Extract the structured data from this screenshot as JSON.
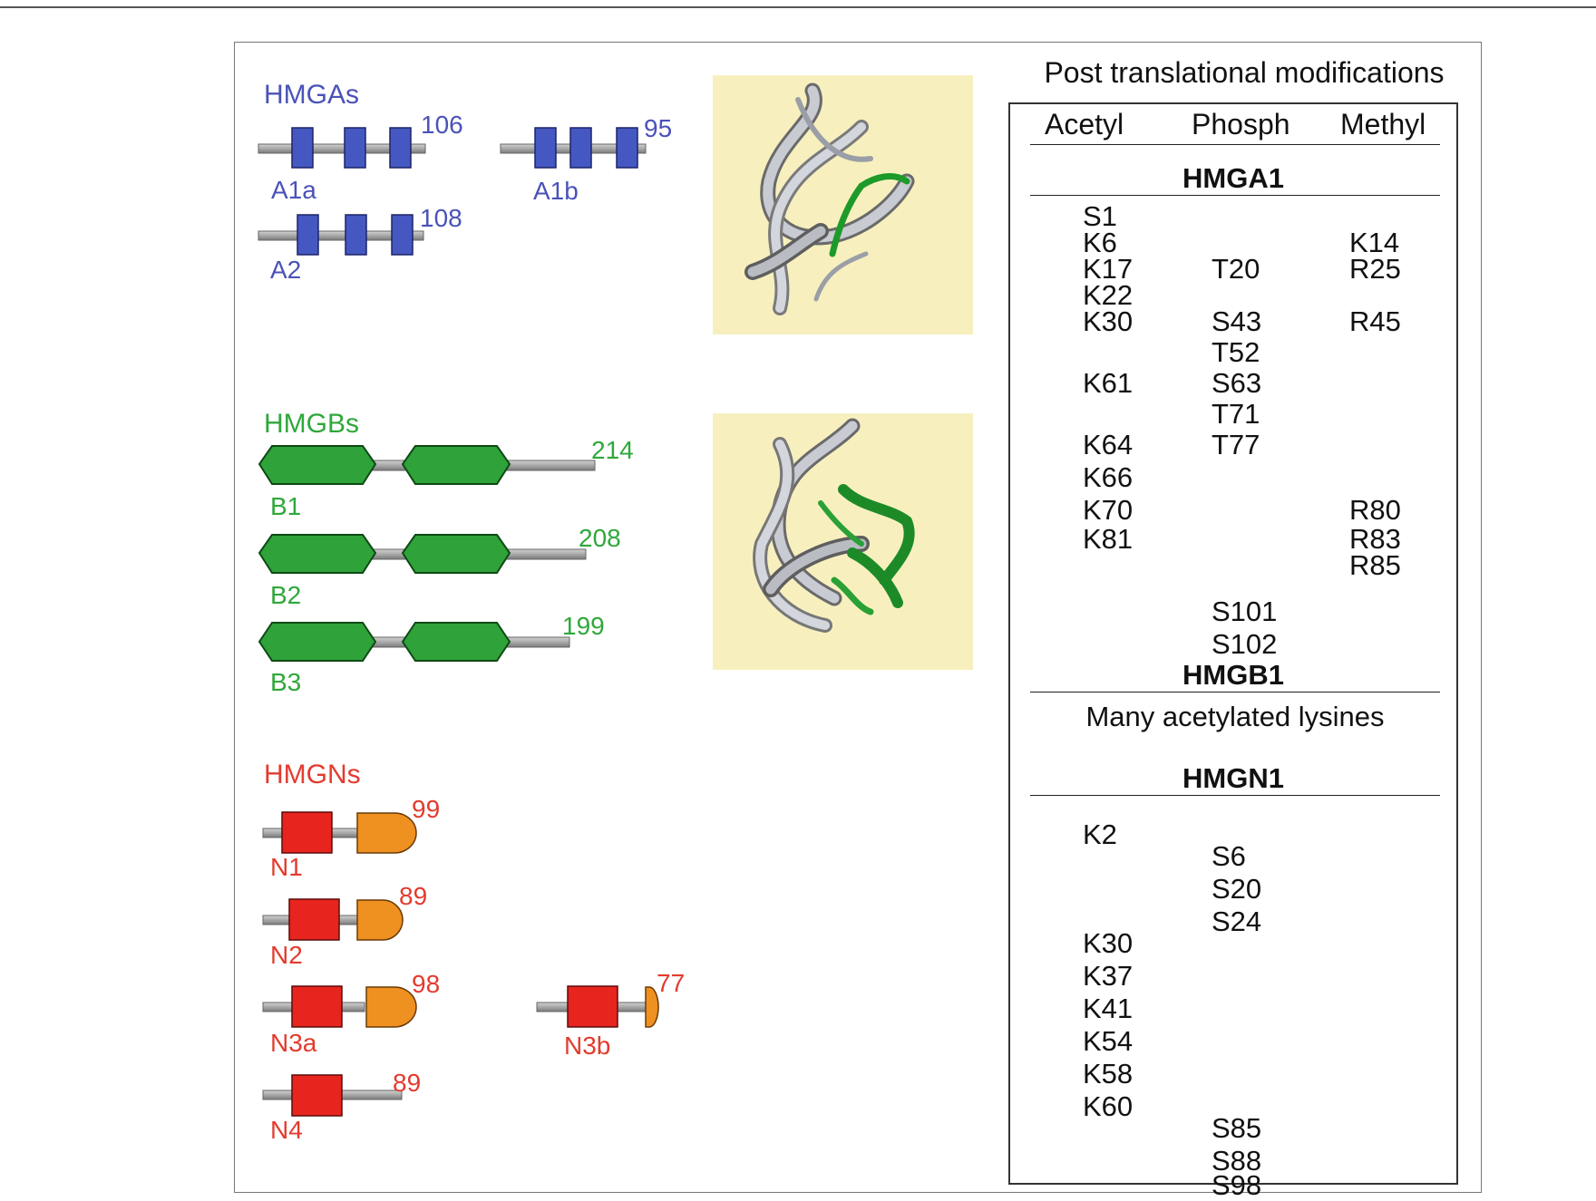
{
  "families": [
    {
      "header": "HMGAs",
      "color": "#4a52b8",
      "proteins": [
        {
          "name": "A1a",
          "length": "106"
        },
        {
          "name": "A1b",
          "length": "95"
        },
        {
          "name": "A2",
          "length": "108"
        }
      ]
    },
    {
      "header": "HMGBs",
      "color": "#2ea83a",
      "proteins": [
        {
          "name": "B1",
          "length": "214"
        },
        {
          "name": "B2",
          "length": "208"
        },
        {
          "name": "B3",
          "length": "199"
        }
      ]
    },
    {
      "header": "HMGNs",
      "color": "#e33b2e",
      "proteins": [
        {
          "name": "N1",
          "length": "99"
        },
        {
          "name": "N2",
          "length": "89"
        },
        {
          "name": "N3a",
          "length": "98"
        },
        {
          "name": "N3b",
          "length": "77"
        },
        {
          "name": "N4",
          "length": "89"
        }
      ]
    }
  ],
  "structures": [
    {
      "id": "hmga-dna-structure",
      "background": "#f7f0be"
    },
    {
      "id": "hmgb-dna-structure",
      "background": "#f7f0be"
    }
  ],
  "ptm": {
    "title": "Post translational modifications",
    "columns": [
      "Acetyl",
      "Phosph",
      "Methyl"
    ],
    "sections": [
      {
        "name": "HMGA1",
        "entries": [
          {
            "text": "S1",
            "col": 0
          },
          {
            "text": "K6",
            "col": 0
          },
          {
            "text": "K14",
            "col": 2
          },
          {
            "text": "K17",
            "col": 0
          },
          {
            "text": "T20",
            "col": 1
          },
          {
            "text": "R25",
            "col": 2
          },
          {
            "text": "K22",
            "col": 0
          },
          {
            "text": "K30",
            "col": 0
          },
          {
            "text": "S43",
            "col": 1
          },
          {
            "text": "R45",
            "col": 2
          },
          {
            "text": "T52",
            "col": 1
          },
          {
            "text": "K61",
            "col": 0
          },
          {
            "text": "S63",
            "col": 1
          },
          {
            "text": "T71",
            "col": 1
          },
          {
            "text": "K64",
            "col": 0
          },
          {
            "text": "T77",
            "col": 1
          },
          {
            "text": "K66",
            "col": 0
          },
          {
            "text": "K70",
            "col": 0
          },
          {
            "text": "R80",
            "col": 2
          },
          {
            "text": "K81",
            "col": 0
          },
          {
            "text": "R83",
            "col": 2
          },
          {
            "text": "R85",
            "col": 2
          },
          {
            "text": "S101",
            "col": 1
          },
          {
            "text": "S102",
            "col": 1
          }
        ]
      },
      {
        "name": "HMGB1",
        "note": "Many acetylated lysines"
      },
      {
        "name": "HMGN1",
        "entries": [
          {
            "text": "K2",
            "col": 0
          },
          {
            "text": "S6",
            "col": 1
          },
          {
            "text": "S20",
            "col": 1
          },
          {
            "text": "S24",
            "col": 1
          },
          {
            "text": "K30",
            "col": 0
          },
          {
            "text": "K37",
            "col": 0
          },
          {
            "text": "K41",
            "col": 0
          },
          {
            "text": "K54",
            "col": 0
          },
          {
            "text": "K58",
            "col": 0
          },
          {
            "text": "K60",
            "col": 0
          },
          {
            "text": "S85",
            "col": 1
          },
          {
            "text": "S88",
            "col": 1
          },
          {
            "text": "S98",
            "col": 1
          }
        ]
      }
    ]
  }
}
